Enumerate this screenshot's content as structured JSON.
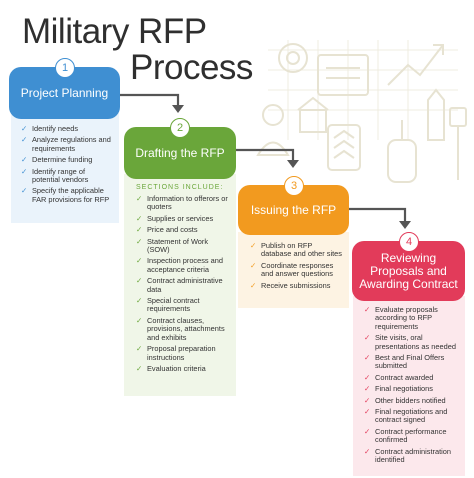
{
  "title": {
    "line1": "Military RFP",
    "line2": "Process"
  },
  "colors": {
    "blue": "#3f8fd2",
    "green": "#6aa63a",
    "orange": "#f29a1f",
    "red": "#e23b5a"
  },
  "steps": [
    {
      "number": "1",
      "title": "Project Planning",
      "items": [
        "Identify needs",
        "Analyze regulations and requirements",
        "Determine funding",
        "Identify range of potential vendors",
        "Specify the applicable FAR provisions for RFP"
      ]
    },
    {
      "number": "2",
      "title": "Drafting the RFP",
      "section_heading": "SECTIONS INCLUDE:",
      "items": [
        "Information to offerors or quoters",
        "Supplies or services",
        "Price and costs",
        "Statement of Work (SOW)",
        "Inspection process and acceptance criteria",
        "Contract administrative data",
        "Special contract requirements",
        "Contract clauses, provisions, attachments and exhibits",
        "Proposal preparation instructions",
        "Evaluation criteria"
      ]
    },
    {
      "number": "3",
      "title": "Issuing the RFP",
      "items": [
        "Publish on RFP database and other sites",
        "Coordinate responses and answer questions",
        "Receive submissions"
      ]
    },
    {
      "number": "4",
      "title": "Reviewing Proposals and Awarding Contract",
      "items": [
        "Evaluate proposals according to RFP requirements",
        "Site visits, oral presentations as needed",
        "Best and Final Offers submitted",
        "Contract awarded",
        "Final negotiations",
        "Other bidders notified",
        "Final negotiations and contract signed",
        "Contract performance confirmed",
        "Contract administration identified"
      ]
    }
  ]
}
